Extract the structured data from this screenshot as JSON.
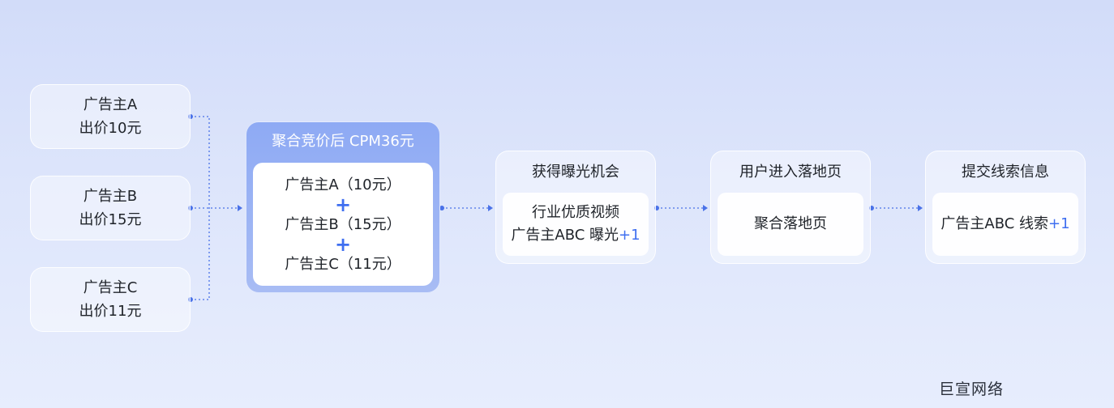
{
  "advertisers": [
    {
      "name": "广告主A",
      "bid": "出价10元"
    },
    {
      "name": "广告主B",
      "bid": "出价15元"
    },
    {
      "name": "广告主C",
      "bid": "出价11元"
    }
  ],
  "aggregate": {
    "title": "聚合竞价后 CPM36元",
    "lines": [
      "广告主A（10元）",
      "广告主B（15元）",
      "广告主C（11元）"
    ],
    "plus": "+"
  },
  "steps": [
    {
      "title": "获得曝光机会",
      "line1": "行业优质视频",
      "line2": "广告主ABC 曝光",
      "badge": "+1"
    },
    {
      "title": "用户进入落地页",
      "line1": "聚合落地页",
      "line2": "",
      "badge": ""
    },
    {
      "title": "提交线索信息",
      "line1": "",
      "line2": "广告主ABC 线索",
      "badge": "+1"
    }
  ],
  "watermark": "巨宣网络",
  "colors": {
    "accent": "#3f6ff0",
    "aggregate_header": "#8eaaf4",
    "connector": "#4a72e8"
  }
}
